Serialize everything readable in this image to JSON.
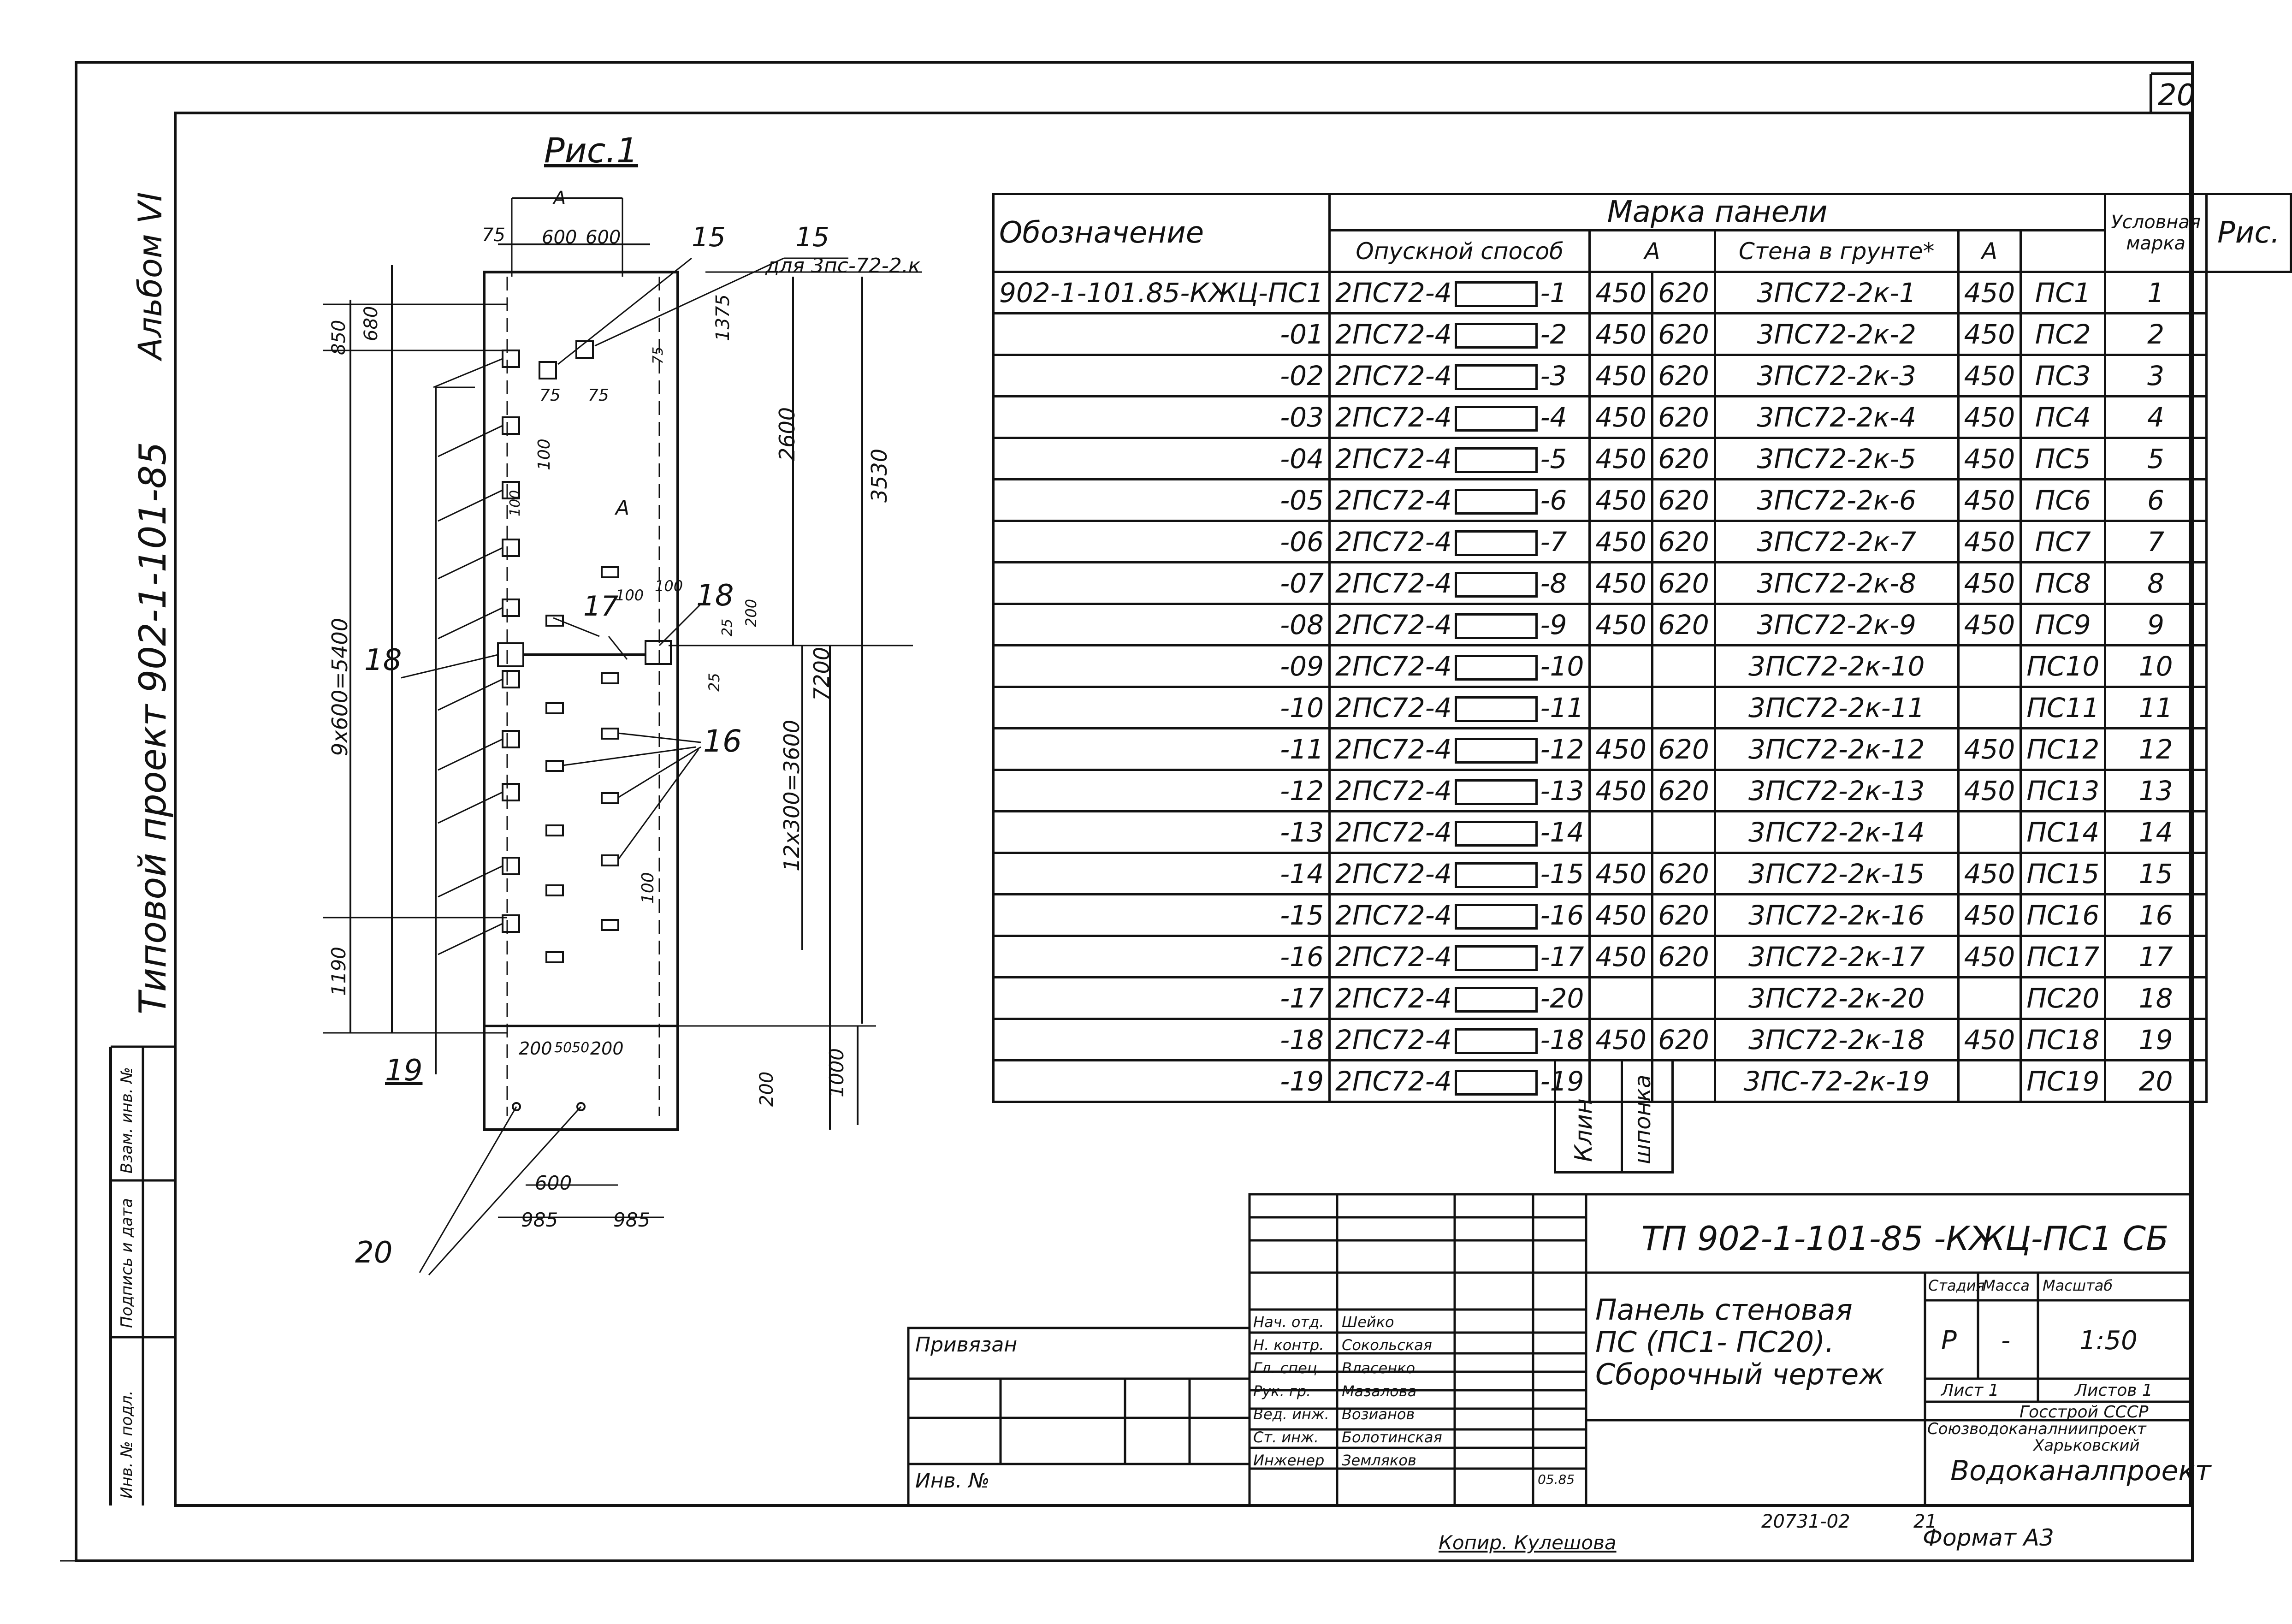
{
  "sheet": {
    "sheet_no": "20",
    "album": "Альбом VI",
    "project": "Типовой проект 902-1-101-85",
    "stamp_cols": [
      "Инв. № подл.",
      "Подпись и дата",
      "Взам. инв. №"
    ],
    "copied": "Копир. Кулешова",
    "format": "Формат А3",
    "doc_no": "20731-02",
    "doc_page": "21"
  },
  "figure": {
    "title": "Рис.1",
    "dims": [
      "75",
      "600",
      "600",
      "A",
      "15",
      "15",
      "для 3пс-72-2.к",
      "850",
      "680",
      "1375",
      "75",
      "75",
      "75",
      "100",
      "100",
      "A",
      "2600",
      "3530",
      "9x600=5400",
      "18",
      "100",
      "100",
      "18",
      "200",
      "25",
      "17",
      "25",
      "16",
      "7200",
      "12x300=3600",
      "100",
      "1190",
      "19",
      "200",
      "50",
      "50",
      "200",
      "200",
      "1000",
      "20",
      "600",
      "985",
      "985"
    ]
  },
  "table": {
    "hdr_designation": "Обозначение",
    "hdr_panel_mark": "Марка панели",
    "hdr_lowering": "Опускной способ",
    "hdr_a": "A",
    "hdr_wall": "Стена в грунте*",
    "hdr_a2": "A",
    "hdr_cond": "Условная марка",
    "hdr_fig": "Рис.",
    "rows": [
      {
        "des": "902-1-101.85-КЖЦ-ПС1",
        "p": "2ПС72-4",
        "suf": "-1",
        "a1": "450",
        "a2": "620",
        "wall": "3ПС72-2к-1",
        "wa": "450",
        "mark": "ПС1",
        "fig": "1"
      },
      {
        "des": "-01",
        "p": "2ПС72-4",
        "suf": "-2",
        "a1": "450",
        "a2": "620",
        "wall": "3ПС72-2к-2",
        "wa": "450",
        "mark": "ПС2",
        "fig": "2"
      },
      {
        "des": "-02",
        "p": "2ПС72-4",
        "suf": "-3",
        "a1": "450",
        "a2": "620",
        "wall": "3ПС72-2к-3",
        "wa": "450",
        "mark": "ПС3",
        "fig": "3"
      },
      {
        "des": "-03",
        "p": "2ПС72-4",
        "suf": "-4",
        "a1": "450",
        "a2": "620",
        "wall": "3ПС72-2к-4",
        "wa": "450",
        "mark": "ПС4",
        "fig": "4"
      },
      {
        "des": "-04",
        "p": "2ПС72-4",
        "suf": "-5",
        "a1": "450",
        "a2": "620",
        "wall": "3ПС72-2к-5",
        "wa": "450",
        "mark": "ПС5",
        "fig": "5"
      },
      {
        "des": "-05",
        "p": "2ПС72-4",
        "suf": "-6",
        "a1": "450",
        "a2": "620",
        "wall": "3ПС72-2к-6",
        "wa": "450",
        "mark": "ПС6",
        "fig": "6"
      },
      {
        "des": "-06",
        "p": "2ПС72-4",
        "suf": "-7",
        "a1": "450",
        "a2": "620",
        "wall": "3ПС72-2к-7",
        "wa": "450",
        "mark": "ПС7",
        "fig": "7"
      },
      {
        "des": "-07",
        "p": "2ПС72-4",
        "suf": "-8",
        "a1": "450",
        "a2": "620",
        "wall": "3ПС72-2к-8",
        "wa": "450",
        "mark": "ПС8",
        "fig": "8"
      },
      {
        "des": "-08",
        "p": "2ПС72-4",
        "suf": "-9",
        "a1": "450",
        "a2": "620",
        "wall": "3ПС72-2к-9",
        "wa": "450",
        "mark": "ПС9",
        "fig": "9"
      },
      {
        "des": "-09",
        "p": "2ПС72-4",
        "suf": "-10",
        "a1": "",
        "a2": "",
        "wall": "3ПС72-2к-10",
        "wa": "",
        "mark": "ПС10",
        "fig": "10"
      },
      {
        "des": "-10",
        "p": "2ПС72-4",
        "suf": "-11",
        "a1": "",
        "a2": "",
        "wall": "3ПС72-2к-11",
        "wa": "",
        "mark": "ПС11",
        "fig": "11"
      },
      {
        "des": "-11",
        "p": "2ПС72-4",
        "suf": "-12",
        "a1": "450",
        "a2": "620",
        "wall": "3ПС72-2к-12",
        "wa": "450",
        "mark": "ПС12",
        "fig": "12"
      },
      {
        "des": "-12",
        "p": "2ПС72-4",
        "suf": "-13",
        "a1": "450",
        "a2": "620",
        "wall": "3ПС72-2к-13",
        "wa": "450",
        "mark": "ПС13",
        "fig": "13"
      },
      {
        "des": "-13",
        "p": "2ПС72-4",
        "suf": "-14",
        "a1": "",
        "a2": "",
        "wall": "3ПС72-2к-14",
        "wa": "",
        "mark": "ПС14",
        "fig": "14"
      },
      {
        "des": "-14",
        "p": "2ПС72-4",
        "suf": "-15",
        "a1": "450",
        "a2": "620",
        "wall": "3ПС72-2к-15",
        "wa": "450",
        "mark": "ПС15",
        "fig": "15"
      },
      {
        "des": "-15",
        "p": "2ПС72-4",
        "suf": "-16",
        "a1": "450",
        "a2": "620",
        "wall": "3ПС72-2к-16",
        "wa": "450",
        "mark": "ПС16",
        "fig": "16"
      },
      {
        "des": "-16",
        "p": "2ПС72-4",
        "suf": "-17",
        "a1": "450",
        "a2": "620",
        "wall": "3ПС72-2к-17",
        "wa": "450",
        "mark": "ПС17",
        "fig": "17"
      },
      {
        "des": "-17",
        "p": "2ПС72-4",
        "suf": "-20",
        "a1": "",
        "a2": "",
        "wall": "3ПС72-2к-20",
        "wa": "",
        "mark": "ПС20",
        "fig": "18"
      },
      {
        "des": "-18",
        "p": "2ПС72-4",
        "suf": "-18",
        "a1": "450",
        "a2": "620",
        "wall": "3ПС72-2к-18",
        "wa": "450",
        "mark": "ПС18",
        "fig": "19"
      },
      {
        "des": "-19",
        "p": "2ПС72-4",
        "suf": "-19",
        "a1": "",
        "a2": "",
        "wall": "3ПС-72-2к-19",
        "wa": "",
        "mark": "ПС19",
        "fig": "20"
      }
    ],
    "under_a1": "Клин",
    "under_a2": "шпонка"
  },
  "titleblock": {
    "code": "ТП 902-1-101-85 -КЖЦ-ПС1 СБ",
    "name_line1": "Панель стеновая",
    "name_line2": "ПС (ПС1- ПС20).",
    "name_line3": "Сборочный чертеж",
    "stage_hdr": "Стадия",
    "mass_hdr": "Масса",
    "scale_hdr": "Масштаб",
    "stage": "Р",
    "mass": "-",
    "scale": "1:50",
    "sheet_lbl": "Лист 1",
    "sheets_lbl": "Листов 1",
    "org1": "Госстрой СССР",
    "org2": "Союзводоканалниипроект",
    "org3": "Харьковский",
    "org4": "Водоканалпроект",
    "bound": "Привязан",
    "inv": "Инв. №",
    "people": [
      {
        "role": "Нач. отд.",
        "name": "Шейко"
      },
      {
        "role": "Н. контр.",
        "name": "Сокольская"
      },
      {
        "role": "Гл. спец.",
        "name": "Власенко"
      },
      {
        "role": "Рук. гр.",
        "name": "Мазалова"
      },
      {
        "role": "Вед. инж.",
        "name": "Возианов"
      },
      {
        "role": "Ст. инж.",
        "name": "Болотинская"
      },
      {
        "role": "Инженер",
        "name": "Земляков"
      }
    ],
    "date": "05.85"
  }
}
